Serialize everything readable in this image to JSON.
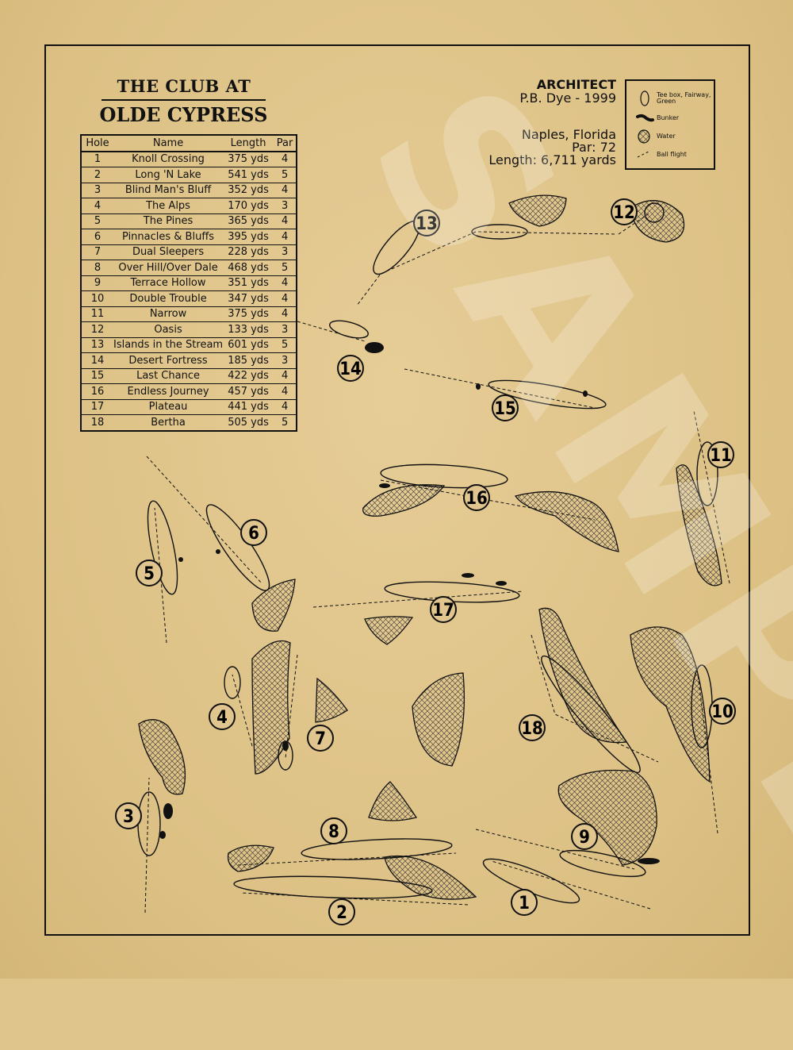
{
  "title": {
    "line1": "THE CLUB AT",
    "line2": "OLDE CYPRESS"
  },
  "scorecard": {
    "headers": [
      "Hole",
      "Name",
      "Length",
      "Par"
    ],
    "rows": [
      [
        "1",
        "Knoll Crossing",
        "375 yds",
        "4"
      ],
      [
        "2",
        "Long 'N Lake",
        "541 yds",
        "5"
      ],
      [
        "3",
        "Blind Man's Bluff",
        "352 yds",
        "4"
      ],
      [
        "4",
        "The Alps",
        "170 yds",
        "3"
      ],
      [
        "5",
        "The Pines",
        "365 yds",
        "4"
      ],
      [
        "6",
        "Pinnacles & Bluffs",
        "395 yds",
        "4"
      ],
      [
        "7",
        "Dual Sleepers",
        "228 yds",
        "3"
      ],
      [
        "8",
        "Over Hill/Over Dale",
        "468 yds",
        "5"
      ],
      [
        "9",
        "Terrace Hollow",
        "351 yds",
        "4"
      ],
      [
        "10",
        "Double Trouble",
        "347 yds",
        "4"
      ],
      [
        "11",
        "Narrow",
        "375 yds",
        "4"
      ],
      [
        "12",
        "Oasis",
        "133 yds",
        "3"
      ],
      [
        "13",
        "Islands in the Stream",
        "601 yds",
        "5"
      ],
      [
        "14",
        "Desert Fortress",
        "185 yds",
        "3"
      ],
      [
        "15",
        "Last Chance",
        "422 yds",
        "4"
      ],
      [
        "16",
        "Endless Journey",
        "457 yds",
        "4"
      ],
      [
        "17",
        "Plateau",
        "441 yds",
        "4"
      ],
      [
        "18",
        "Bertha",
        "505 yds",
        "5"
      ]
    ]
  },
  "architect": {
    "label": "ARCHITECT",
    "name": "P.B. Dye  -  1999"
  },
  "course_info": {
    "location": "Naples, Florida",
    "par": "Par: 72",
    "length": "Length: 6,711 yards"
  },
  "legend": {
    "items": [
      "Tee box, Fairway, Green",
      "Bunker",
      "Water",
      "Ball flight"
    ]
  },
  "holes": [
    "1",
    "2",
    "3",
    "4",
    "5",
    "6",
    "7",
    "8",
    "9",
    "10",
    "11",
    "12",
    "13",
    "14",
    "15",
    "16",
    "17",
    "18"
  ],
  "watermark": "SAMPLE",
  "colors": {
    "paper": "#dfc48c",
    "ink": "#111111"
  }
}
